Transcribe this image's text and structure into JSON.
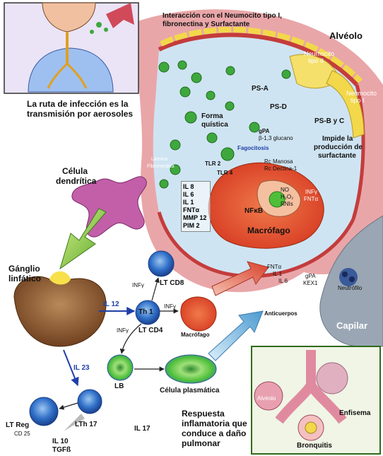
{
  "labels": {
    "interaction": "Interacción con el Neumocito tipo I,",
    "interaction2": "fibronectina y Surfactante",
    "alveolo": "Alvéolo",
    "neumocito2a": "Neumocito",
    "neumocito2b": "tipo II",
    "neumocito1a": "Neumocito",
    "neumocito1b": "tipo I",
    "ruta1": "La ruta de infección es la",
    "ruta2": "transmisión por aerosoles",
    "psa": "PS-A",
    "psd": "PS-D",
    "psbc": "PS-B y C",
    "forma1": "Forma",
    "forma2": "quística",
    "gpa": "gPA",
    "glucano": "β-1,3 glucano",
    "impide1": "Impide la",
    "impide2": "producción de",
    "impide3": "surfactante",
    "fagocitosis": "Fagocitosis",
    "lamina1": "Lámina",
    "lamina2": "Fibronectina",
    "tlr2": "TLR 2",
    "tlr4": "TLR 4",
    "rcman": "Rc Manosa",
    "rcdec": "Rc Dectina-1",
    "nfkb": "NFκB",
    "no1": "NO",
    "no2": "H₂O₂",
    "no3": "RNIs",
    "infy1": "INFγ",
    "fnta1": "FNTα",
    "macrofago": "Macrófago",
    "celula1": "Célula",
    "celula2": "dendrítica",
    "ganglio1": "Gánglio",
    "ganglio2": "linfático",
    "il12": "IL 12",
    "th1": "Th 1",
    "ltcd4": "LT CD4",
    "ltcd8": "LT CD8",
    "infy_cd8": "INFγ",
    "infy_mac": "INFγ",
    "infy_lb": "INFγ",
    "macrofago2": "Macrófago",
    "fnta2": "FNTα",
    "il1": "IL 1",
    "il6": "IL 6",
    "gpa2": "gPA",
    "kex1": "KEX1",
    "neutrofilo": "Neutrófilo",
    "anticuerpos": "Anticuerpos",
    "capilar": "Capilar",
    "il23": "IL 23",
    "lb": "LB",
    "plasmatica": "Célula plasmática",
    "ltreg": "LT Reg",
    "cd25": "CD 25",
    "lth17": "LTh 17",
    "il17": "IL 17",
    "il10": "IL 10",
    "tgfb": "TGFß",
    "resp1": "Respuesta",
    "resp2": "inflamatoria que",
    "resp3": "conduce a daño",
    "resp4": "pulmonar",
    "alveolo_small": "Alvéolo",
    "enfisema": "Enfisema",
    "bronquitis": "Bronquitis"
  },
  "cytokine_list": [
    "IL 8",
    "IL 6",
    "IL 1",
    "FNTα",
    "MMP 12",
    "PIM 2"
  ],
  "colors": {
    "alveolus_pink": "#e9a6a8",
    "wall_red": "#c43c3c",
    "yellow_cells": "#f2d84a",
    "lumen_blue": "#cfe4f2",
    "macrophage": "#e0492e",
    "dendritic": "#c25fa8",
    "green_arrow": "#6cbf2c",
    "node_brown": "#7a4a2a",
    "cell_blue": "#2f6fc8",
    "cell_green": "#6ccf48",
    "capillary": "#9aa6b4",
    "inset_green": "#2f8a2f"
  }
}
